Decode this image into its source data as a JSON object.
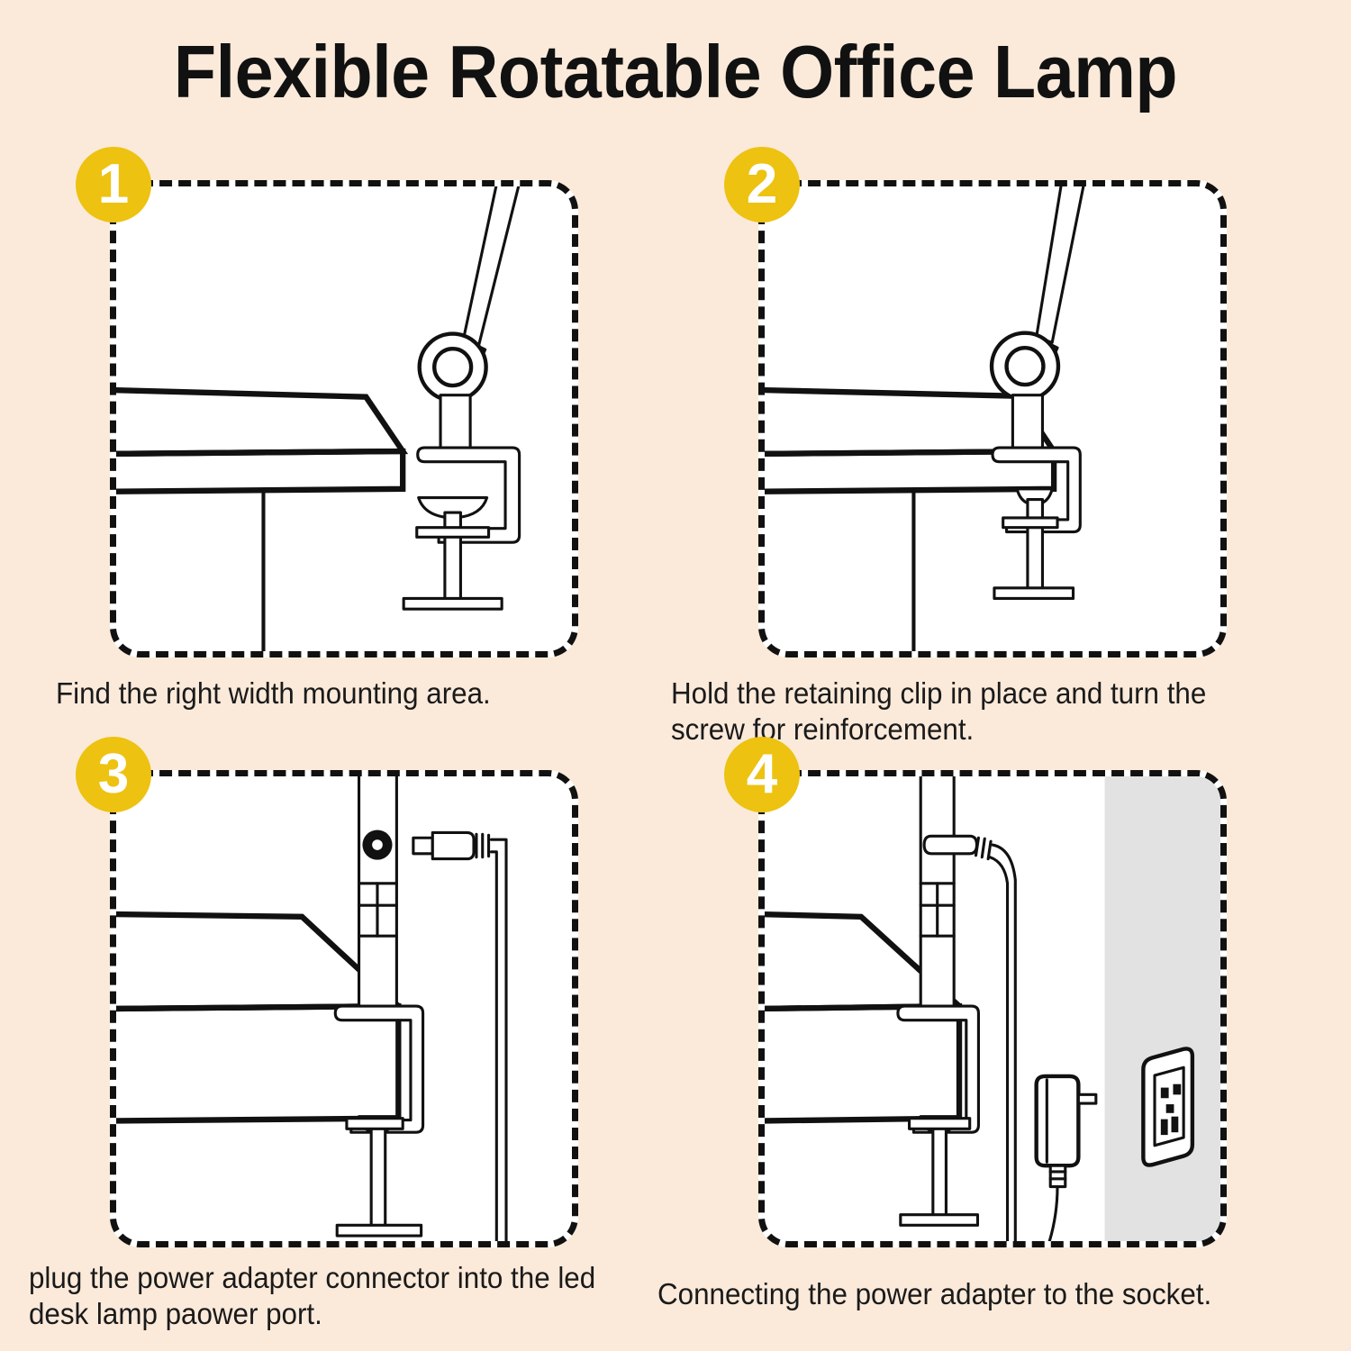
{
  "header": {
    "title": "Flexible Rotatable Office Lamp"
  },
  "steps": [
    {
      "number": "1",
      "caption": "Find the right width mounting area.",
      "illustration": "desk-and-separate-clamp-lamp-arm"
    },
    {
      "number": "2",
      "caption": "Hold the retaining clip in place and turn the screw for reinforcement.",
      "illustration": "clamp-attached-to-desk-edge-with-screw"
    },
    {
      "number": "3",
      "caption": "plug the power adapter connector into the led desk lamp paower port.",
      "illustration": "dc-barrel-plug-approaching-lamp-power-port"
    },
    {
      "number": "4",
      "caption": "Connecting the power adapter to the socket.",
      "illustration": "power-adapter-brick-and-wall-socket"
    }
  ],
  "colors": {
    "background": "#fbeada",
    "badge": "#edc211",
    "badge_text": "#ffffff",
    "line": "#111111",
    "panel_fill": "#ffffff",
    "wall_panel": "#e2e2e2"
  }
}
